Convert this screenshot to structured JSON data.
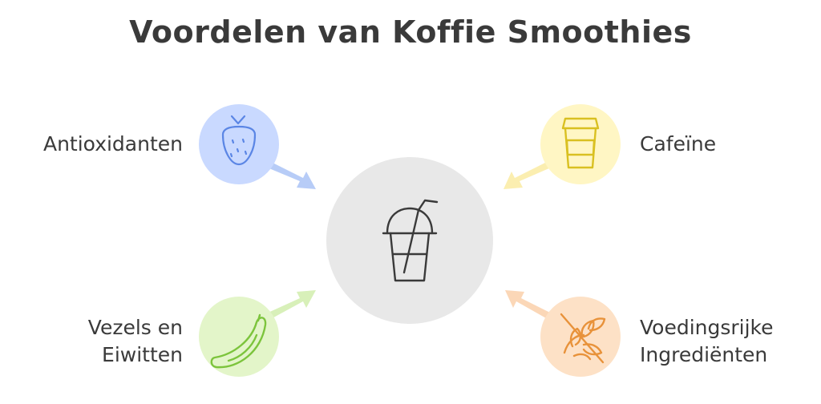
{
  "title": "Voordelen van Koffie Smoothies",
  "center": {
    "icon": "smoothie-cup-icon"
  },
  "items": [
    {
      "id": "antioxidants",
      "lines": [
        "Antioxidanten"
      ],
      "icon": "strawberry-icon",
      "color": "#c9d9ff",
      "arrow": "#b7ccf7",
      "stroke": "#5b86e5"
    },
    {
      "id": "caffeine",
      "lines": [
        "Cafeïne"
      ],
      "icon": "coffee-cup-icon",
      "color": "#fff6c4",
      "arrow": "#fbeeb0",
      "stroke": "#d9c021"
    },
    {
      "id": "fiber-protein",
      "lines": [
        "Vezels en",
        "Eiwitten"
      ],
      "icon": "cucumber-icon",
      "color": "#e3f5c9",
      "arrow": "#d8f0b9",
      "stroke": "#7cc43c"
    },
    {
      "id": "nutrients",
      "lines": [
        "Voedingsrijke",
        "Ingrediënten"
      ],
      "icon": "no-wheat-icon",
      "color": "#fde1c6",
      "arrow": "#fbd7b7",
      "stroke": "#e8923a"
    }
  ]
}
